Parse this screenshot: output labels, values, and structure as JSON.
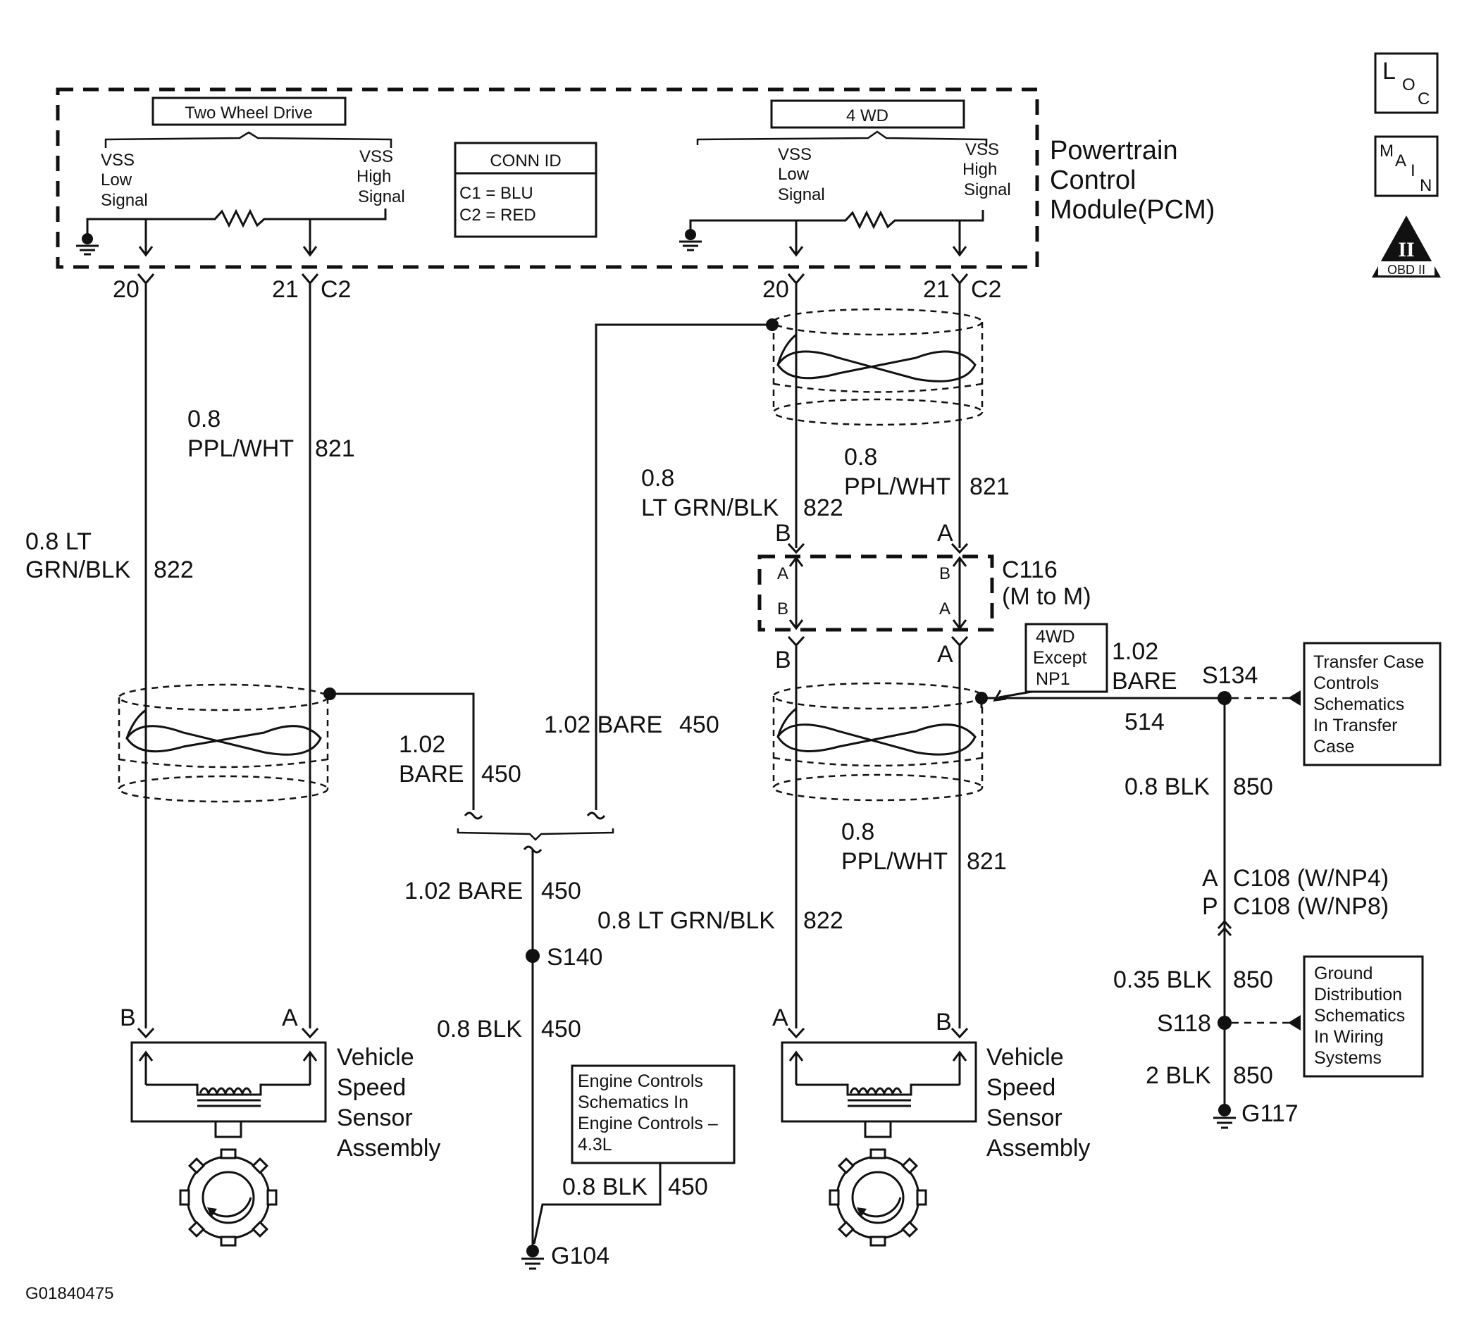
{
  "pcm": {
    "title_line1": "Powertrain",
    "title_line2": "Control",
    "title_line3": "Module(PCM)",
    "two_wd_label": "Two Wheel Drive",
    "four_wd_label": "4 WD",
    "vss_low_1": "VSS",
    "vss_low_2": "Low",
    "vss_low_3": "Signal",
    "vss_high_1": "VSS",
    "vss_high_2": "High",
    "vss_high_3": "Signal",
    "conn_id_title": "CONN ID",
    "conn_id_c1": "C1 = BLU",
    "conn_id_c2": "C2 = RED"
  },
  "pins": {
    "left_20": "20",
    "left_21": "21",
    "left_c2": "C2",
    "right_20": "20",
    "right_21": "21",
    "right_c2": "C2"
  },
  "icons": {
    "loc_l": "L",
    "loc_o": "O",
    "loc_c": "C",
    "main_m": "M",
    "main_a": "A",
    "main_i": "I",
    "main_n": "N",
    "obd_roman": "II",
    "obd_text": "OBD II"
  },
  "wires": {
    "l_821_gauge": "0.8",
    "l_821_color": "PPL/WHT",
    "l_821_circuit": "821",
    "l_822_gauge": "0.8 LT",
    "l_822_color": "GRN/BLK",
    "l_822_circuit": "822",
    "l_450_gauge": "1.02",
    "l_450_color": "BARE",
    "l_450_circuit": "450",
    "m_450_top": "1.02 BARE",
    "m_450_top_circuit": "450",
    "m_450_bottom": "1.02 BARE",
    "m_450_bottom_circuit": "450",
    "m_blk_450": "0.8 BLK",
    "m_blk_450_circuit": "450",
    "m_blk_450b": "0.8 BLK",
    "m_blk_450b_circuit": "450",
    "r_822_upper_gauge": "0.8",
    "r_822_upper_color": "LT GRN/BLK",
    "r_822_upper_circuit": "822",
    "r_821_upper_gauge": "0.8",
    "r_821_upper_color": "PPL/WHT",
    "r_821_upper_circuit": "821",
    "r_821_lower_gauge": "0.8",
    "r_821_lower_color": "PPL/WHT",
    "r_821_lower_circuit": "821",
    "r_822_lower": "0.8 LT GRN/BLK",
    "r_822_lower_circuit": "822",
    "r_514_gauge": "1.02",
    "r_514_color": "BARE",
    "r_514_circuit": "514",
    "r_850_a": "0.8 BLK",
    "r_850_a_circuit": "850",
    "r_850_b": "0.35 BLK",
    "r_850_b_circuit": "850",
    "r_850_c": "2 BLK",
    "r_850_c_circuit": "850"
  },
  "connectors": {
    "c116_name": "C116",
    "c116_note": "(M to M)",
    "c116_top_b": "B",
    "c116_top_a": "A",
    "c116_in_a": "A",
    "c116_in_b": "B",
    "c116_in_b2": "B",
    "c116_in_a2": "A",
    "c116_bot_b": "B",
    "c116_bot_a": "A",
    "c108_a": "A",
    "c108_p": "P",
    "c108_np4": "C108 (W/NP4)",
    "c108_np8": "C108 (W/NP8)",
    "sensor_left_b": "B",
    "sensor_left_a": "A",
    "sensor_right_a": "A",
    "sensor_right_b": "B"
  },
  "splices": {
    "s140": "S140",
    "s134": "S134",
    "s118": "S118",
    "g104": "G104",
    "g117": "G117"
  },
  "sensor": {
    "line1": "Vehicle",
    "line2": "Speed",
    "line3": "Sensor",
    "line4": "Assembly"
  },
  "boxes": {
    "engine_1": "Engine Controls",
    "engine_2": "Schematics In",
    "engine_3": "Engine Controls –",
    "engine_4": "4.3L",
    "wd_1": "4WD",
    "wd_2": "Except",
    "wd_3": "NP1",
    "transfer_1": "Transfer Case",
    "transfer_2": "Controls",
    "transfer_3": "Schematics",
    "transfer_4": "In Transfer",
    "transfer_5": "Case",
    "ground_1": "Ground",
    "ground_2": "Distribution",
    "ground_3": "Schematics",
    "ground_4": "In Wiring",
    "ground_5": "Systems"
  },
  "footer": {
    "figure_id": "G01840475"
  }
}
